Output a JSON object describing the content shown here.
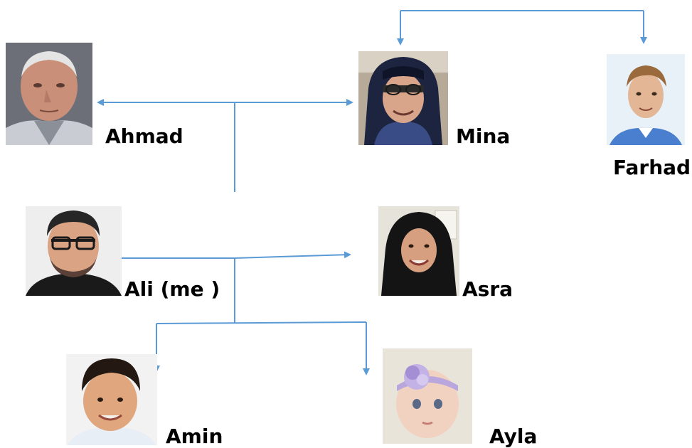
{
  "people": {
    "ahmad": {
      "name": "Ahmad"
    },
    "mina": {
      "name": "Mina"
    },
    "farhad": {
      "name": "Farhad"
    },
    "ali": {
      "name": "Ali (me )"
    },
    "asra": {
      "name": "Asra"
    },
    "amin": {
      "name": "Amin"
    },
    "ayla": {
      "name": "Ayla"
    }
  },
  "colors": {
    "connector": "#5b9bd5"
  }
}
